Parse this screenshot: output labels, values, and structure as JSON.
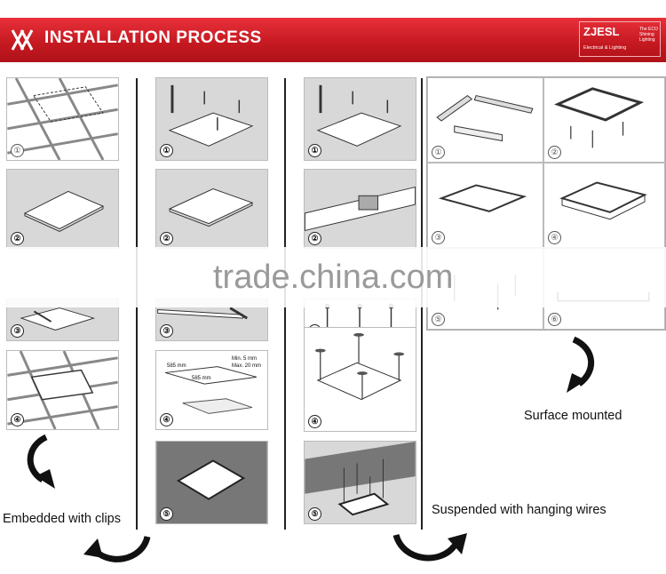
{
  "header": {
    "title": "INSTALLATION PROCESS",
    "brand_name": "ZJESL",
    "brand_sub": "Electrical & Lighting",
    "brand_tag": "The ECO Shining Lighting",
    "colors": {
      "band": "#c41820",
      "text": "#ffffff"
    }
  },
  "steps": [
    "①",
    "②",
    "③",
    "④",
    "⑤",
    "⑥"
  ],
  "columns": {
    "embedded": {
      "caption": "Embedded with clips",
      "steps": 4
    },
    "recessed": {
      "steps": 5,
      "dim_width_a": "585 mm",
      "dim_width_b": "585 mm",
      "dim_min": "Min. 5 mm",
      "dim_max": "Max. 20 mm"
    },
    "suspended": {
      "caption": "Suspended with hanging wires",
      "steps": 5
    },
    "surface": {
      "caption": "Surface mounted",
      "steps": 6
    }
  },
  "watermark": "trade.china.com",
  "icons": [
    "x-logo-icon",
    "curved-arrow-icon",
    "screwdriver-icon",
    "screw-icon",
    "clip-icon",
    "hanging-wire-icon"
  ]
}
